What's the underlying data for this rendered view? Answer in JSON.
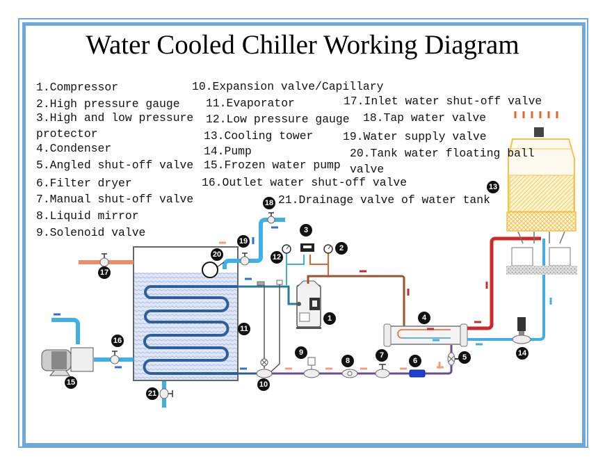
{
  "title": "Water Cooled Chiller Working Diagram",
  "legend": [
    "1.Compressor",
    "2.High pressure gauge",
    "3.High and low pressure protector",
    "4.Condenser",
    "5.Angled shut-off valve",
    "6.Filter dryer",
    "7.Manual shut-off valve",
    "8.Liquid mirror",
    "9.Solenoid valve",
    "10.Expansion valve/Capillary",
    "11.Evaporator",
    "12.Low pressure gauge",
    "13.Cooling tower",
    "14.Pump",
    "15.Frozen water pump",
    "16.Outlet water shut-off valve",
    "17.Inlet water shut-off valve",
    "18.Tap water valve",
    "19.Water supply valve",
    "20.Tank water floating ball valve",
    "21.Drainage valve of water tank"
  ],
  "callouts": [
    "1",
    "2",
    "3",
    "4",
    "5",
    "6",
    "7",
    "8",
    "9",
    "10",
    "11",
    "12",
    "13",
    "14",
    "15",
    "16",
    "17",
    "18",
    "19",
    "20",
    "21"
  ],
  "colors": {
    "frame": "#6fa8dc",
    "chilled_water": "#3fb0e6",
    "evaporator_coil": "#2e5f9a",
    "discharge_line": "#a0522d",
    "hot_water": "#cc2a2a",
    "liquid_line": "#6b4a9a",
    "inlet_water": "#e8906a",
    "cooling_tower": "#f2c14e"
  }
}
